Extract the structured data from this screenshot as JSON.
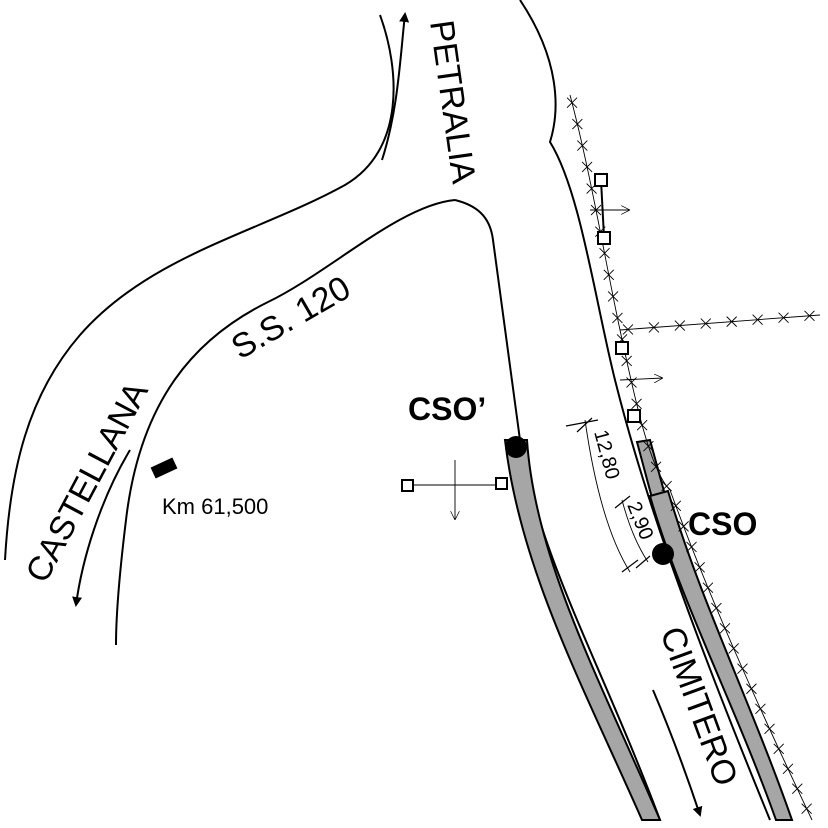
{
  "labels": {
    "petralia": "PETRALIA",
    "road_name": "S.S. 120",
    "castellana": "CASTELLANA",
    "km_marker": "Km 61,500",
    "cso_prime": "CSO’",
    "cso": "CSO",
    "cimitero": "CIMITERO",
    "dim_long": "12,80",
    "dim_short": "2,90"
  },
  "colors": {
    "strip": "#a6a6a6",
    "line": "#000000"
  }
}
